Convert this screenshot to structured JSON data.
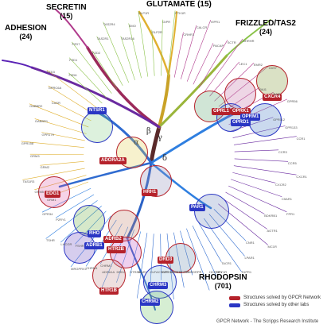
{
  "families": [
    {
      "key": "adhesion",
      "name": "ADHESION",
      "count": "(24)",
      "color": "#3a3a3a"
    },
    {
      "key": "secretin",
      "name": "SECRETIN",
      "count": "(15)",
      "color": "#3a3a3a"
    },
    {
      "key": "glutamate",
      "name": "GLUTAMATE (15)",
      "count": "",
      "color": "#3a3a3a"
    },
    {
      "key": "frizzled",
      "name": "FRIZZLED/TAS2",
      "count": "(24)",
      "color": "#3a3a3a"
    },
    {
      "key": "rhodopsin",
      "name": "RHODOPSIN",
      "count": "(701)",
      "color": "#3a3a3a"
    }
  ],
  "greek": [
    "α",
    "β",
    "γ",
    "δ"
  ],
  "receptor_tags": [
    {
      "label": "NTSR1",
      "kind": "blue"
    },
    {
      "label": "ADORA2A",
      "kind": "red"
    },
    {
      "label": "EDG1",
      "kind": "red"
    },
    {
      "label": "HRH1",
      "kind": "red"
    },
    {
      "label": "OPRL1",
      "kind": "red"
    },
    {
      "label": "OPRK1",
      "kind": "red"
    },
    {
      "label": "CXCR4",
      "kind": "red"
    },
    {
      "label": "OPRM1",
      "kind": "blue"
    },
    {
      "label": "OPRD1",
      "kind": "blue"
    },
    {
      "label": "PAR1",
      "kind": "blue"
    },
    {
      "label": "RHO",
      "kind": "blue"
    },
    {
      "label": "ADRB2",
      "kind": "red"
    },
    {
      "label": "ADRB1",
      "kind": "blue"
    },
    {
      "label": "HTR2B",
      "kind": "red"
    },
    {
      "label": "HTR1B",
      "kind": "red"
    },
    {
      "label": "DRD3",
      "kind": "red"
    },
    {
      "label": "CHRM3",
      "kind": "blue"
    },
    {
      "label": "CHRM2",
      "kind": "blue"
    }
  ],
  "leaf_labels": [
    "GRM1",
    "GRM5",
    "TAS1R3",
    "GRM2",
    "GRM3",
    "GPR158",
    "GPR179",
    "GABBR1",
    "GABBR2",
    "CASR",
    "GPRC6A",
    "FZD3",
    "FZD6",
    "FZD1",
    "FZD7",
    "FZD2",
    "TAS2R1",
    "TAS2R4",
    "TAS2R16",
    "SMO",
    "GLP1R",
    "GLP2R",
    "GIPR",
    "PTH1R",
    "CRHR1",
    "CALCR",
    "VIPR1",
    "PACAP",
    "SCTR",
    "GHRHR",
    "LEC1",
    "EMR2",
    "CD97",
    "BAI1",
    "BAI3",
    "GPR56",
    "GPR112",
    "GPR133",
    "CCR1",
    "CCR3",
    "CCR5",
    "CXCR1",
    "CXCR2",
    "C5AR1",
    "FPR1",
    "BDKRB1",
    "AGTR1",
    "MC1R",
    "CNR1",
    "LPAR1",
    "S1PR1",
    "TACR1",
    "NPY1R",
    "HCRTR1",
    "GRPR",
    "TRHR",
    "OXTR",
    "AVPR1A",
    "OLFACTORY RECEPTORS",
    "TAAR1",
    "HTR2A",
    "DRD2",
    "ADRA1A",
    "CHRM1",
    "CHRM4",
    "MRGPRX1",
    "FSHR",
    "LHCGR",
    "TSHR",
    "P2RY1",
    "GPR34"
  ],
  "legend": [
    {
      "label": "Structures solved by GPCR Network",
      "color": "#b5222b"
    },
    {
      "label": "Structures solved by other labs",
      "color": "#2a36c4"
    }
  ],
  "credit": "GPCR Network - The Scripps Research Institute"
}
